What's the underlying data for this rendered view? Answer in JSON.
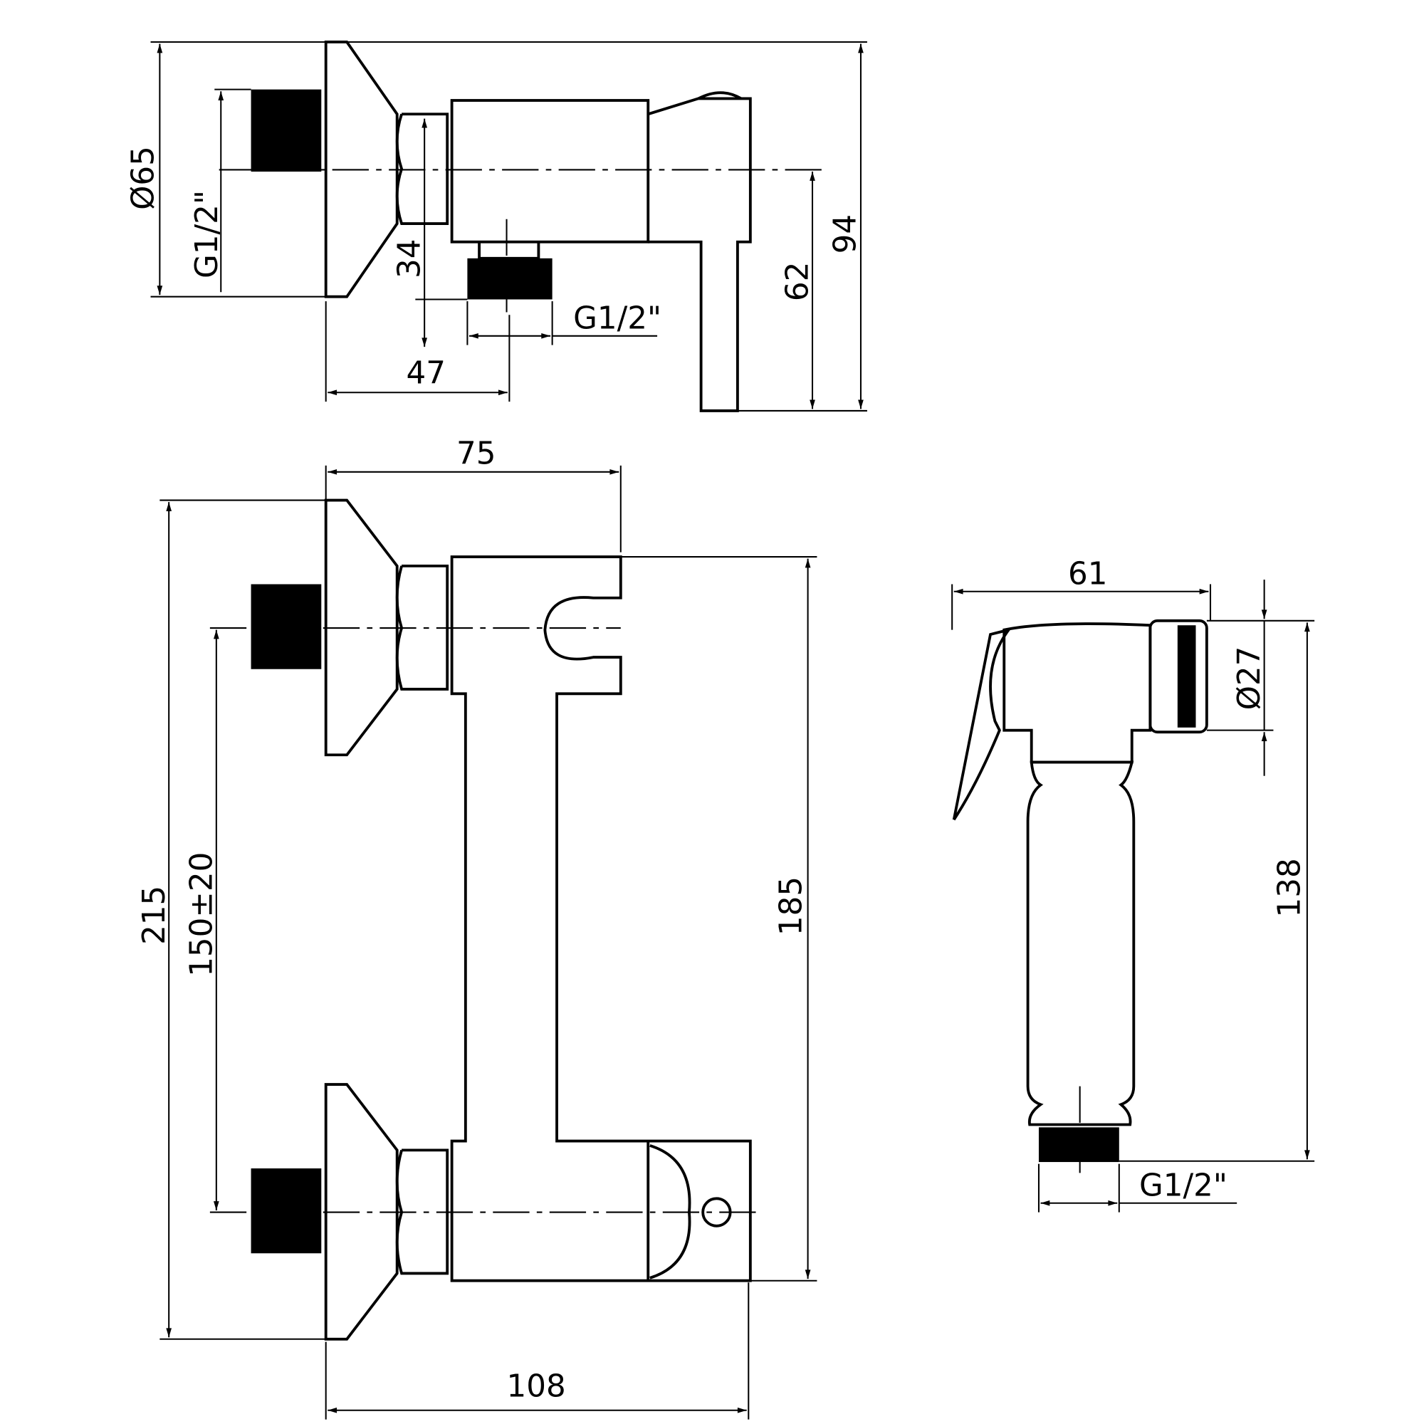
{
  "drawing": {
    "top_view": {
      "dim_diameter": "Ø65",
      "dim_inlet_thread": "G1/2\"",
      "dim_outlet_offset": "34",
      "dim_outlet_thread": "G1/2\"",
      "dim_depth_outlet": "47",
      "dim_lever_drop": "62",
      "dim_total_height": "94"
    },
    "front_view": {
      "dim_holder_width": "75",
      "dim_total_height": "215",
      "dim_center_distance": "150±20",
      "dim_body_height": "185",
      "dim_total_width": "108"
    },
    "handshower": {
      "dim_length": "61",
      "dim_head_diameter": "Ø27",
      "dim_height": "138",
      "dim_thread": "G1/2\""
    }
  },
  "colors": {
    "line": "#000000",
    "background": "#ffffff"
  }
}
